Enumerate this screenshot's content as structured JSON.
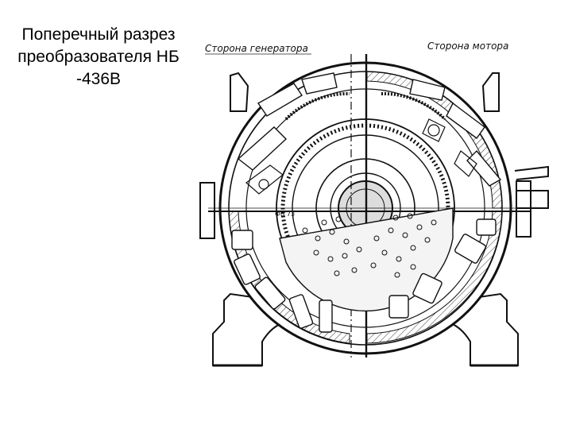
{
  "caption": {
    "line1": "Поперечный разрез",
    "line2": "преобразователя НБ",
    "line3": "-436В"
  },
  "drawing": {
    "left_side_label": "Сторона генератора",
    "right_side_label": "Сторона мотора",
    "small_label": "ФЬ 73"
  }
}
